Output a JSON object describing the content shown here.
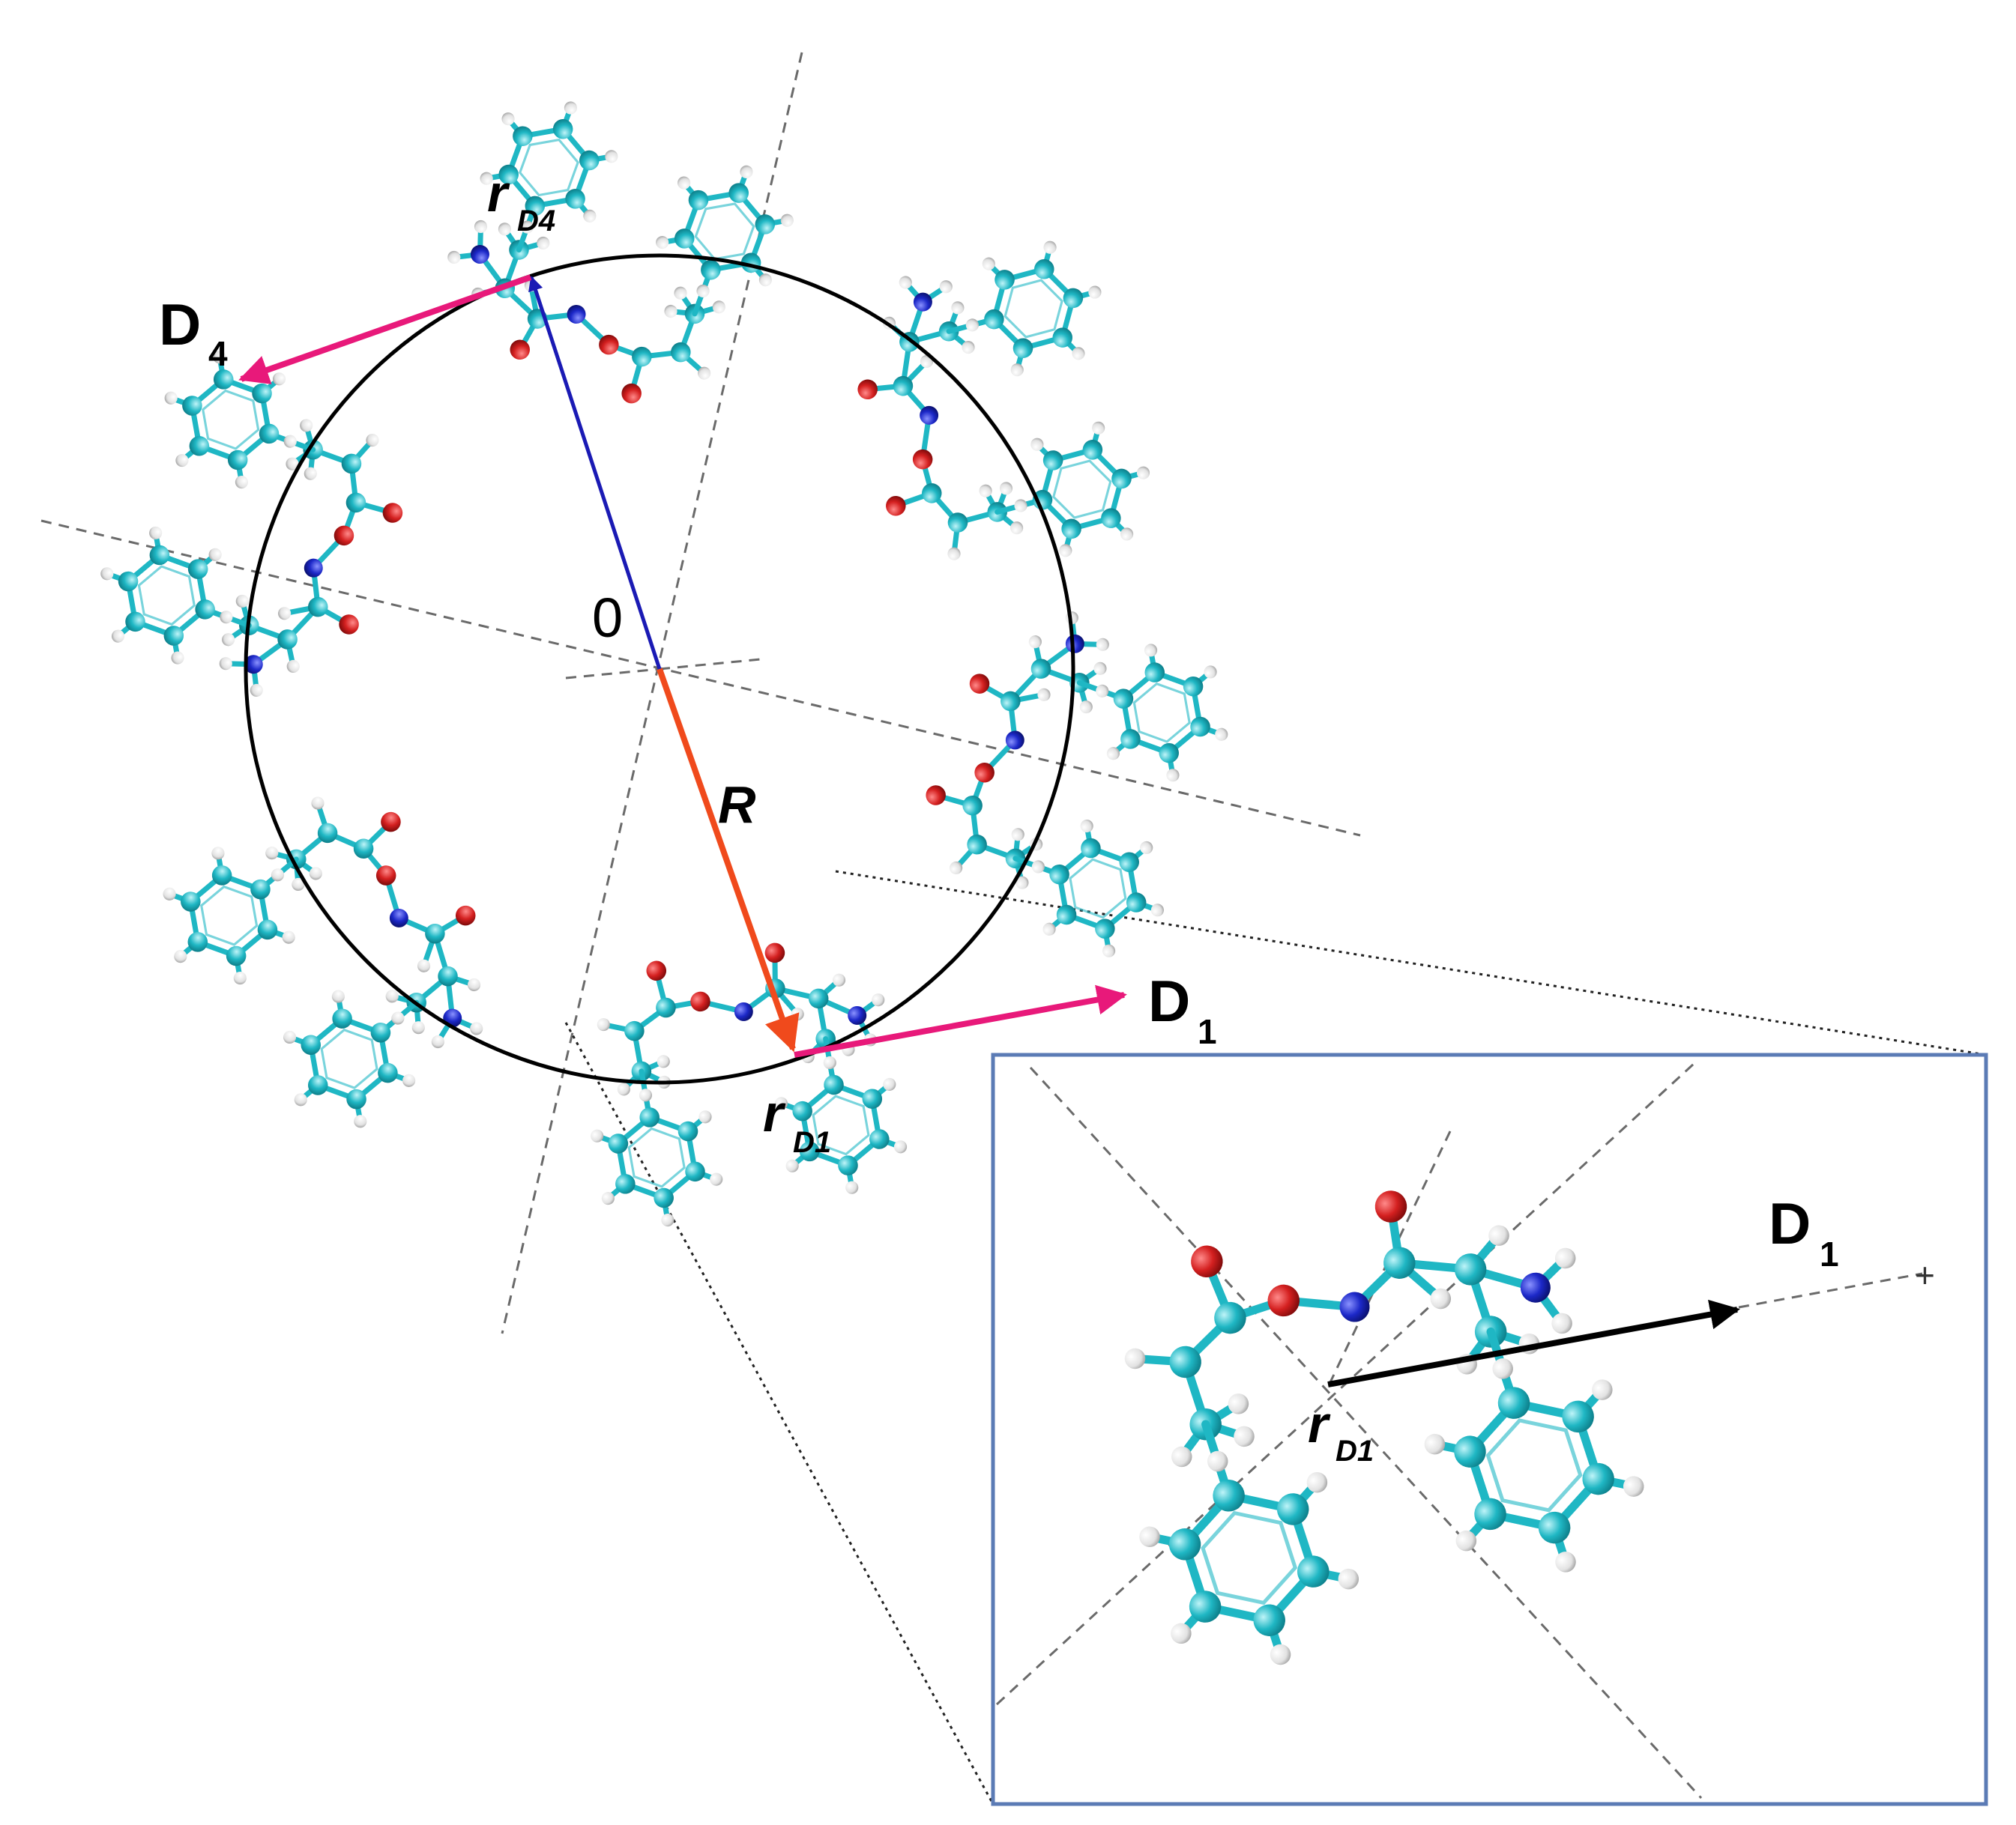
{
  "figure": {
    "labels": {
      "origin": "0",
      "radius_vector": "R",
      "dipole_1": {
        "main": "D",
        "sub": "1"
      },
      "dipole_4": {
        "main": "D",
        "sub": "4"
      },
      "position_1": {
        "main": "r",
        "sub": "D1"
      },
      "position_4": {
        "main": "r",
        "sub": "D4"
      },
      "inset_dipole": {
        "main": "D",
        "sub": "1"
      },
      "inset_position": {
        "main": "r",
        "sub": "D1"
      },
      "inset_plus": "+"
    },
    "colors": {
      "carbon": "#1fb7c4",
      "hydrogen": "#ececec",
      "oxygen": "#d42020",
      "nitrogen": "#1c28c8",
      "dipole_arrow": "#e8197a",
      "radius_arrow": "#f04a1c",
      "position_arrow": "#1a1ab4",
      "circle": "#000000",
      "inset_border": "#5b7bb5"
    }
  }
}
